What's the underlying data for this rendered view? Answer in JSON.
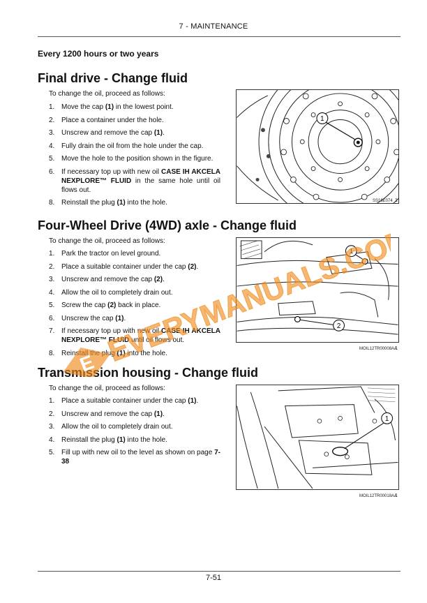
{
  "header": {
    "title": "7 - MAINTENANCE"
  },
  "interval": "Every 1200 hours or two years",
  "sections": [
    {
      "title": "Final drive - Change fluid",
      "intro": "To change the oil, proceed as follows:",
      "steps": [
        {
          "n": "1.",
          "parts": [
            "Move the cap ",
            "(1)",
            " in the lowest point."
          ]
        },
        {
          "n": "2.",
          "parts": [
            "Place a container under the hole."
          ]
        },
        {
          "n": "3.",
          "parts": [
            "Unscrew and remove the cap ",
            "(1)",
            "."
          ]
        },
        {
          "n": "4.",
          "parts": [
            "Fully drain the oil from the hole under the cap."
          ]
        },
        {
          "n": "5.",
          "parts": [
            "Move the hole to the position shown in the figure."
          ]
        },
        {
          "n": "6.",
          "parts": [
            "If necessary top up with new oil ",
            "CASE IH AKCELA NEXPLORE™ FLUID",
            " in the same hole until oil flows out."
          ]
        },
        {
          "n": "8.",
          "parts": [
            "Reinstall the plug ",
            "(1)",
            " into the hole."
          ]
        }
      ],
      "figure": {
        "id": "SS16E074",
        "number": "1",
        "callouts": [
          "1"
        ]
      }
    },
    {
      "title": "Four-Wheel Drive (4WD) axle - Change fluid",
      "intro": "To change the oil, proceed as follows:",
      "steps": [
        {
          "n": "1.",
          "parts": [
            "Park the tractor on level ground."
          ]
        },
        {
          "n": "2.",
          "parts": [
            "Place a suitable container under the cap ",
            "(2)",
            "."
          ]
        },
        {
          "n": "3.",
          "parts": [
            "Unscrew and remove the cap ",
            "(2)",
            "."
          ]
        },
        {
          "n": "4.",
          "parts": [
            "Allow the oil to completely drain out."
          ]
        },
        {
          "n": "5.",
          "parts": [
            "Screw the cap ",
            "(2)",
            " back in place."
          ]
        },
        {
          "n": "6.",
          "parts": [
            "Unscrew the cap ",
            "(1)",
            "."
          ]
        },
        {
          "n": "7.",
          "parts": [
            "If necessary top up with new oil ",
            "CASE IH AKCELA NEXPLORE™ FLUID",
            " until oil flows out."
          ]
        },
        {
          "n": "8.",
          "parts": [
            "Reinstall the plug ",
            "(1)",
            " into the hole."
          ]
        }
      ],
      "figure": {
        "id": "MOIL12TR00008AA",
        "number": "1",
        "callouts": [
          "1",
          "2"
        ]
      }
    },
    {
      "title": "Transmission housing - Change fluid",
      "intro": "To change the oil, proceed as follows:",
      "steps": [
        {
          "n": "1.",
          "parts": [
            "Place a suitable container under the cap ",
            "(1)",
            "."
          ]
        },
        {
          "n": "2.",
          "parts": [
            "Unscrew and remove the cap ",
            "(1)",
            "."
          ]
        },
        {
          "n": "3.",
          "parts": [
            "Allow the oil to completely drain out."
          ]
        },
        {
          "n": "4.",
          "parts": [
            "Reinstall the plug ",
            "(1)",
            " into the hole."
          ]
        },
        {
          "n": "5.",
          "parts": [
            "Fill up with new oil to the level as shown on page ",
            "7-38"
          ]
        }
      ],
      "figure": {
        "id": "MOIL12TR00018AA",
        "number": "1",
        "callouts": [
          "1"
        ]
      }
    }
  ],
  "watermark": {
    "text": "EVERYMANUALS.COM",
    "logo_letter": "E",
    "color": "#f08a1c"
  },
  "footer": {
    "page_number": "7-51"
  }
}
